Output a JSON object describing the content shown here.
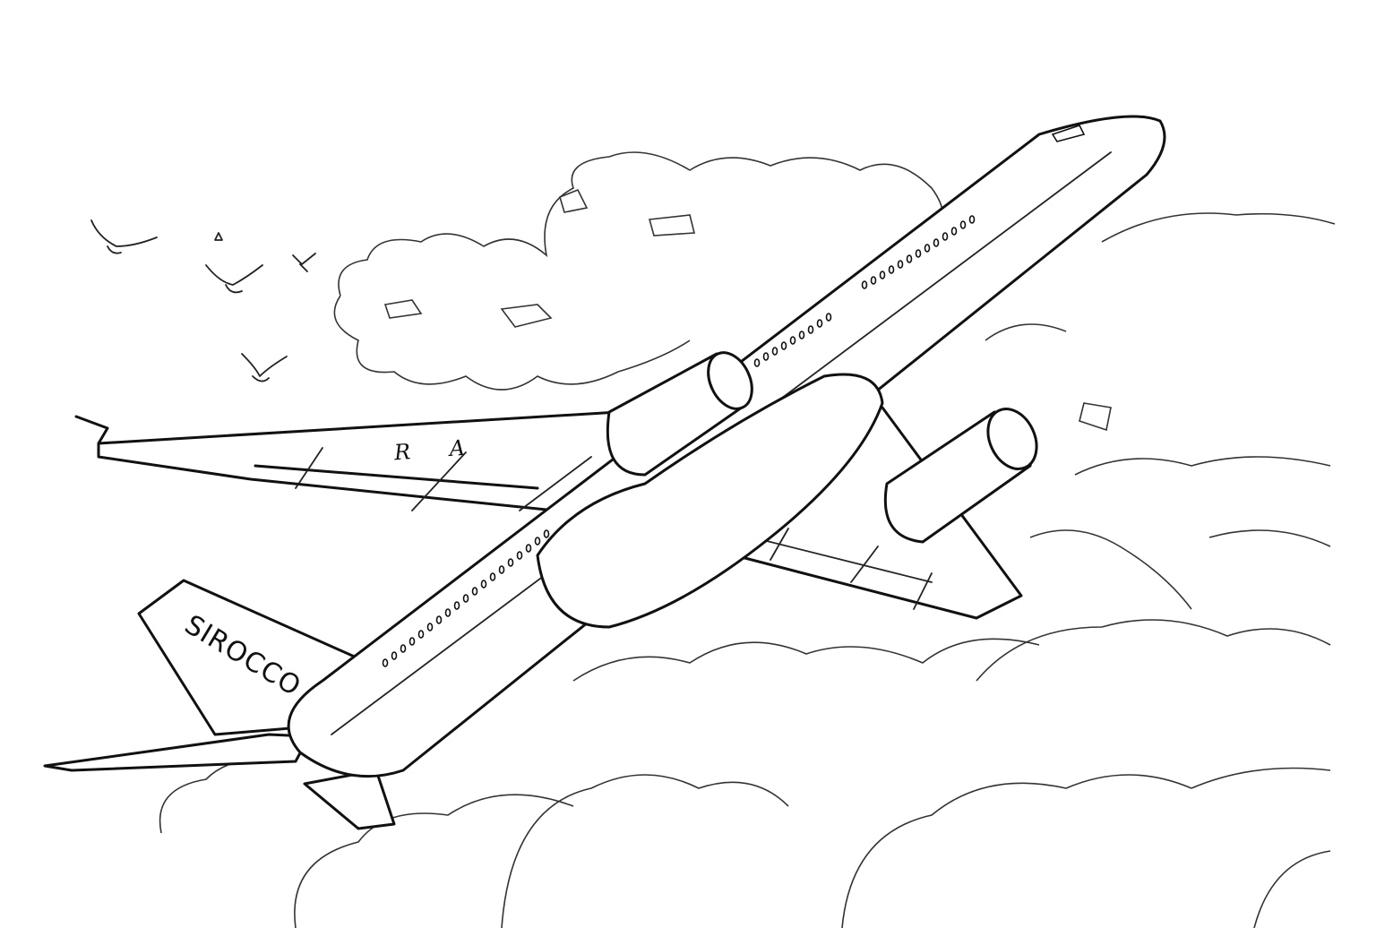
{
  "scene": {
    "type": "coloring-page-line-drawing",
    "subject": "airliner climbing through clouds",
    "background_color": "#ffffff",
    "line_color": "#111111"
  },
  "aircraft": {
    "tail_text": "SIROCCO",
    "wing_text": "R A",
    "engines": 2,
    "window_rows": 2
  },
  "birds": {
    "count": 5
  },
  "clouds": {
    "regions": [
      "upper-center",
      "right",
      "bottom"
    ]
  }
}
